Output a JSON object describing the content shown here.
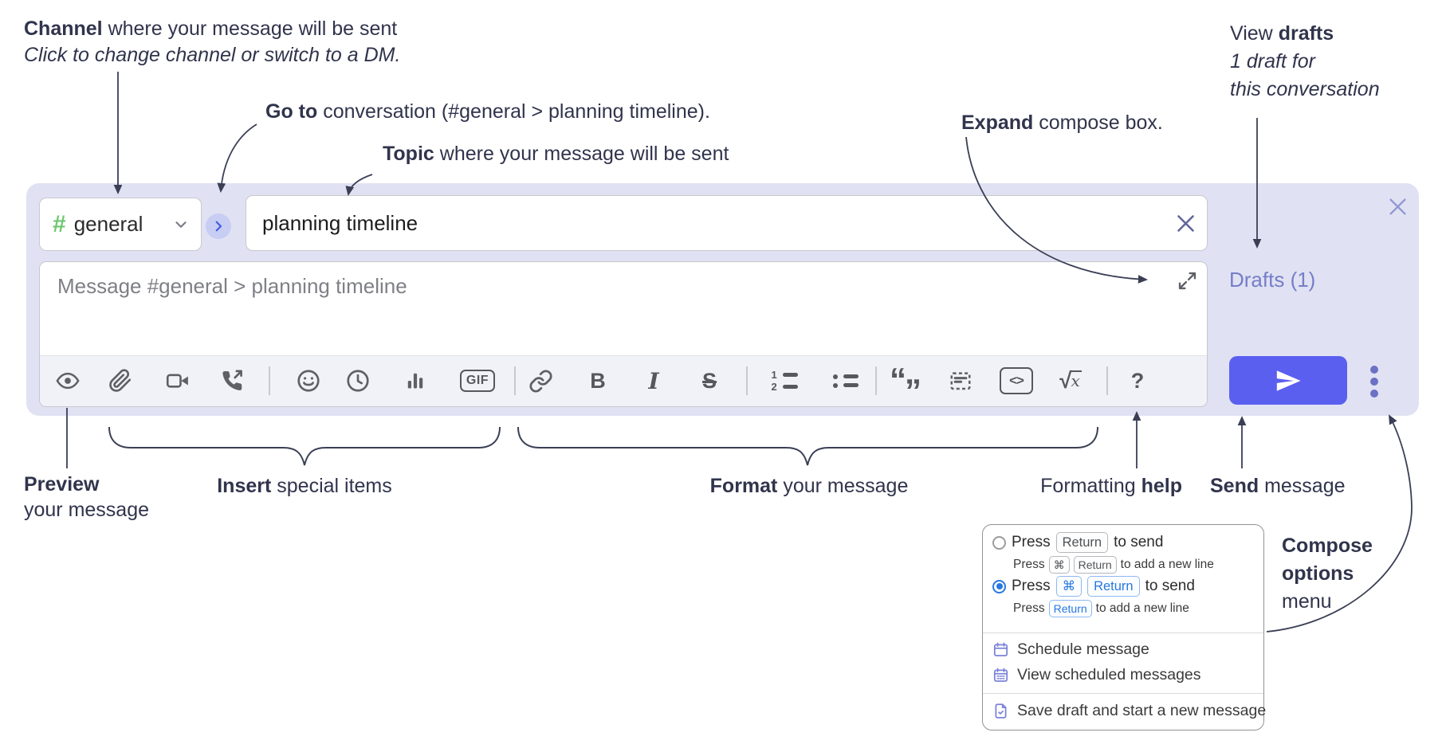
{
  "annotations": {
    "channel": {
      "bold": "Channel",
      "rest": " where your message will be sent",
      "sub_italic": "Click to change channel or switch to a DM."
    },
    "goto": {
      "bold": "Go to",
      "rest": " conversation (#general > planning timeline)."
    },
    "topic": {
      "bold": "Topic",
      "rest": " where your message will be sent"
    },
    "expand": {
      "bold": "Expand",
      "rest": " compose box."
    },
    "view_drafts": {
      "pre": "View ",
      "bold": "drafts",
      "line2": "1 draft for",
      "line3": "this conversation"
    },
    "preview": {
      "bold": "Preview",
      "line2": "your message"
    },
    "insert": {
      "bold": "Insert",
      "rest": " special items"
    },
    "format": {
      "bold": "Format",
      "rest": " your message"
    },
    "formatting_help": {
      "pre": "Formatting ",
      "bold": "help"
    },
    "send": {
      "bold": "Send",
      "rest": " message"
    },
    "compose_options": {
      "bold_line1": "Compose",
      "bold_line2": "options",
      "line3": "menu"
    }
  },
  "compose": {
    "channel": {
      "hash": "#",
      "name": "general"
    },
    "topic": {
      "value": "planning timeline"
    },
    "message": {
      "placeholder": "Message #general > planning timeline"
    },
    "drafts_link": "Drafts (1)",
    "toolbar": {
      "gif": "GIF",
      "bold": "B",
      "italic": "I",
      "strike": "S",
      "code": "<>",
      "sqrt_sign": "√",
      "sqrt_var": "x",
      "help": "?",
      "ol_1": "1",
      "ol_2": "2",
      "quote_open": "“",
      "quote_close": "”"
    },
    "icon_names": [
      "eye-preview",
      "paperclip-attach",
      "video-call",
      "audio-call",
      "emoji",
      "time",
      "poll-bar-chart",
      "gif",
      "link",
      "bold",
      "italic",
      "strikethrough",
      "numbered-list",
      "bulleted-list",
      "quote",
      "spoiler",
      "code",
      "math",
      "help",
      "expand",
      "send-plane",
      "compose-options-ellipsis",
      "close",
      "clear-topic",
      "chevron-down",
      "chevron-right"
    ]
  },
  "popup": {
    "option1": {
      "press": "Press",
      "key": "Return",
      "after": "to send",
      "sub_press": "Press",
      "sub_key1": "⌘",
      "sub_key2": "Return",
      "sub_after": "to add a new line",
      "selected": false
    },
    "option2": {
      "press": "Press",
      "key1": "⌘",
      "key2": "Return",
      "after": "to send",
      "sub_press": "Press",
      "sub_key": "Return",
      "sub_after": "to add a new line",
      "selected": true
    },
    "menu_items": [
      {
        "label": "Schedule message"
      },
      {
        "label": "View scheduled messages"
      },
      {
        "label": "Save draft and start a new message"
      }
    ]
  },
  "colors": {
    "accent_send": "#5b5ff0",
    "compose_bg": "#e0e2f3",
    "drafts_link": "#767dc8",
    "radio_blue": "#2878e0",
    "hash_green": "#6fc76f",
    "icon_gray": "#5d6066",
    "annotation_text": "#30344c",
    "goto_circle": "#c7cdf3",
    "goto_chevron": "#4360d9"
  }
}
